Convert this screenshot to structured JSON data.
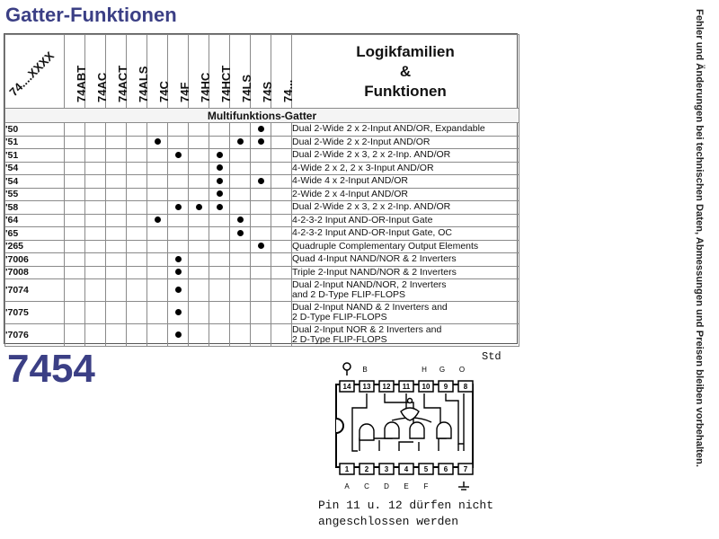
{
  "page": {
    "title": "Gatter-Funktionen",
    "part_number": "7454",
    "side_note": "Fehler und Änderungen bei technischen Daten, Abmessungen und Preisen bleiben vorbehalten."
  },
  "table": {
    "corner_label": "74....XXXX",
    "families": [
      "74ABT",
      "74AC",
      "74ACT",
      "74ALS",
      "74C",
      "74F",
      "74HC",
      "74HCT",
      "74LS",
      "74S",
      "74..."
    ],
    "family_title_lines": [
      "Logikfamilien",
      "&",
      "Funktionen"
    ],
    "section_title": "Multifunktions-Gatter",
    "rows": [
      {
        "part": "'50",
        "marks": [
          0,
          0,
          0,
          0,
          0,
          0,
          0,
          0,
          0,
          1,
          0
        ],
        "desc": [
          "Dual 2-Wide 2 x 2-Input AND/OR, Expandable"
        ]
      },
      {
        "part": "'51",
        "marks": [
          0,
          0,
          0,
          0,
          1,
          0,
          0,
          0,
          1,
          1,
          0
        ],
        "desc": [
          "Dual 2-Wide 2 x 2-Input AND/OR"
        ]
      },
      {
        "part": "'51",
        "marks": [
          0,
          0,
          0,
          0,
          0,
          1,
          0,
          1,
          0,
          0,
          0
        ],
        "desc": [
          "Dual 2-Wide 2 x 3, 2 x 2-Inp. AND/OR"
        ]
      },
      {
        "part": "'54",
        "marks": [
          0,
          0,
          0,
          0,
          0,
          0,
          0,
          1,
          0,
          0,
          0
        ],
        "desc": [
          "4-Wide 2 x 2, 2 x 3-Input AND/OR"
        ]
      },
      {
        "part": "'54",
        "marks": [
          0,
          0,
          0,
          0,
          0,
          0,
          0,
          1,
          0,
          1,
          0
        ],
        "desc": [
          "4-Wide 4 x 2-Input AND/OR"
        ]
      },
      {
        "part": "'55",
        "marks": [
          0,
          0,
          0,
          0,
          0,
          0,
          0,
          1,
          0,
          0,
          0
        ],
        "desc": [
          "2-Wide 2 x 4-Input AND/OR"
        ]
      },
      {
        "part": "'58",
        "marks": [
          0,
          0,
          0,
          0,
          0,
          1,
          1,
          1,
          0,
          0,
          0
        ],
        "desc": [
          "Dual 2-Wide 2 x 3, 2 x 2-Inp. AND/OR"
        ]
      },
      {
        "part": "'64",
        "marks": [
          0,
          0,
          0,
          0,
          1,
          0,
          0,
          0,
          1,
          0,
          0
        ],
        "desc": [
          "4-2-3-2 Input AND-OR-Input Gate"
        ]
      },
      {
        "part": "'65",
        "marks": [
          0,
          0,
          0,
          0,
          0,
          0,
          0,
          0,
          1,
          0,
          0
        ],
        "desc": [
          "4-2-3-2 Input AND-OR-Input Gate, OC"
        ]
      },
      {
        "part": "'265",
        "marks": [
          0,
          0,
          0,
          0,
          0,
          0,
          0,
          0,
          0,
          1,
          0
        ],
        "desc": [
          "Quadruple Complementary Output Elements"
        ]
      },
      {
        "part": "'7006",
        "marks": [
          0,
          0,
          0,
          0,
          0,
          1,
          0,
          0,
          0,
          0,
          0
        ],
        "desc": [
          "Quad 4-Input NAND/NOR & 2 Inverters"
        ]
      },
      {
        "part": "'7008",
        "marks": [
          0,
          0,
          0,
          0,
          0,
          1,
          0,
          0,
          0,
          0,
          0
        ],
        "desc": [
          "Triple 2-Input NAND/NOR & 2 Inverters"
        ]
      },
      {
        "part": "'7074",
        "marks": [
          0,
          0,
          0,
          0,
          0,
          1,
          0,
          0,
          0,
          0,
          0
        ],
        "desc": [
          "Dual 2-Input NAND/NOR, 2 Inverters",
          "and 2 D-Type FLIP-FLOPS"
        ]
      },
      {
        "part": "'7075",
        "marks": [
          0,
          0,
          0,
          0,
          0,
          1,
          0,
          0,
          0,
          0,
          0
        ],
        "desc": [
          "Dual 2-Input NAND & 2 Inverters and",
          "2 D-Type FLIP-FLOPS"
        ]
      },
      {
        "part": "'7076",
        "marks": [
          0,
          0,
          0,
          0,
          0,
          1,
          0,
          0,
          0,
          0,
          0
        ],
        "desc": [
          "Dual 2-Input NOR & 2 Inverters and",
          "2 D-Type FLIP-FLOPS"
        ]
      }
    ]
  },
  "diagram": {
    "std_label": "Std",
    "top_pins": [
      "14",
      "13",
      "12",
      "11",
      "10",
      "9",
      "8"
    ],
    "top_signals": [
      "B",
      "H",
      "G",
      "O"
    ],
    "bottom_pins": [
      "1",
      "2",
      "3",
      "4",
      "5",
      "6",
      "7"
    ],
    "bottom_signals": [
      "A",
      "C",
      "D",
      "E",
      "F"
    ],
    "note_lines": [
      "Pin 11 u. 12 dürfen nicht",
      "angeschlossen werden"
    ]
  }
}
